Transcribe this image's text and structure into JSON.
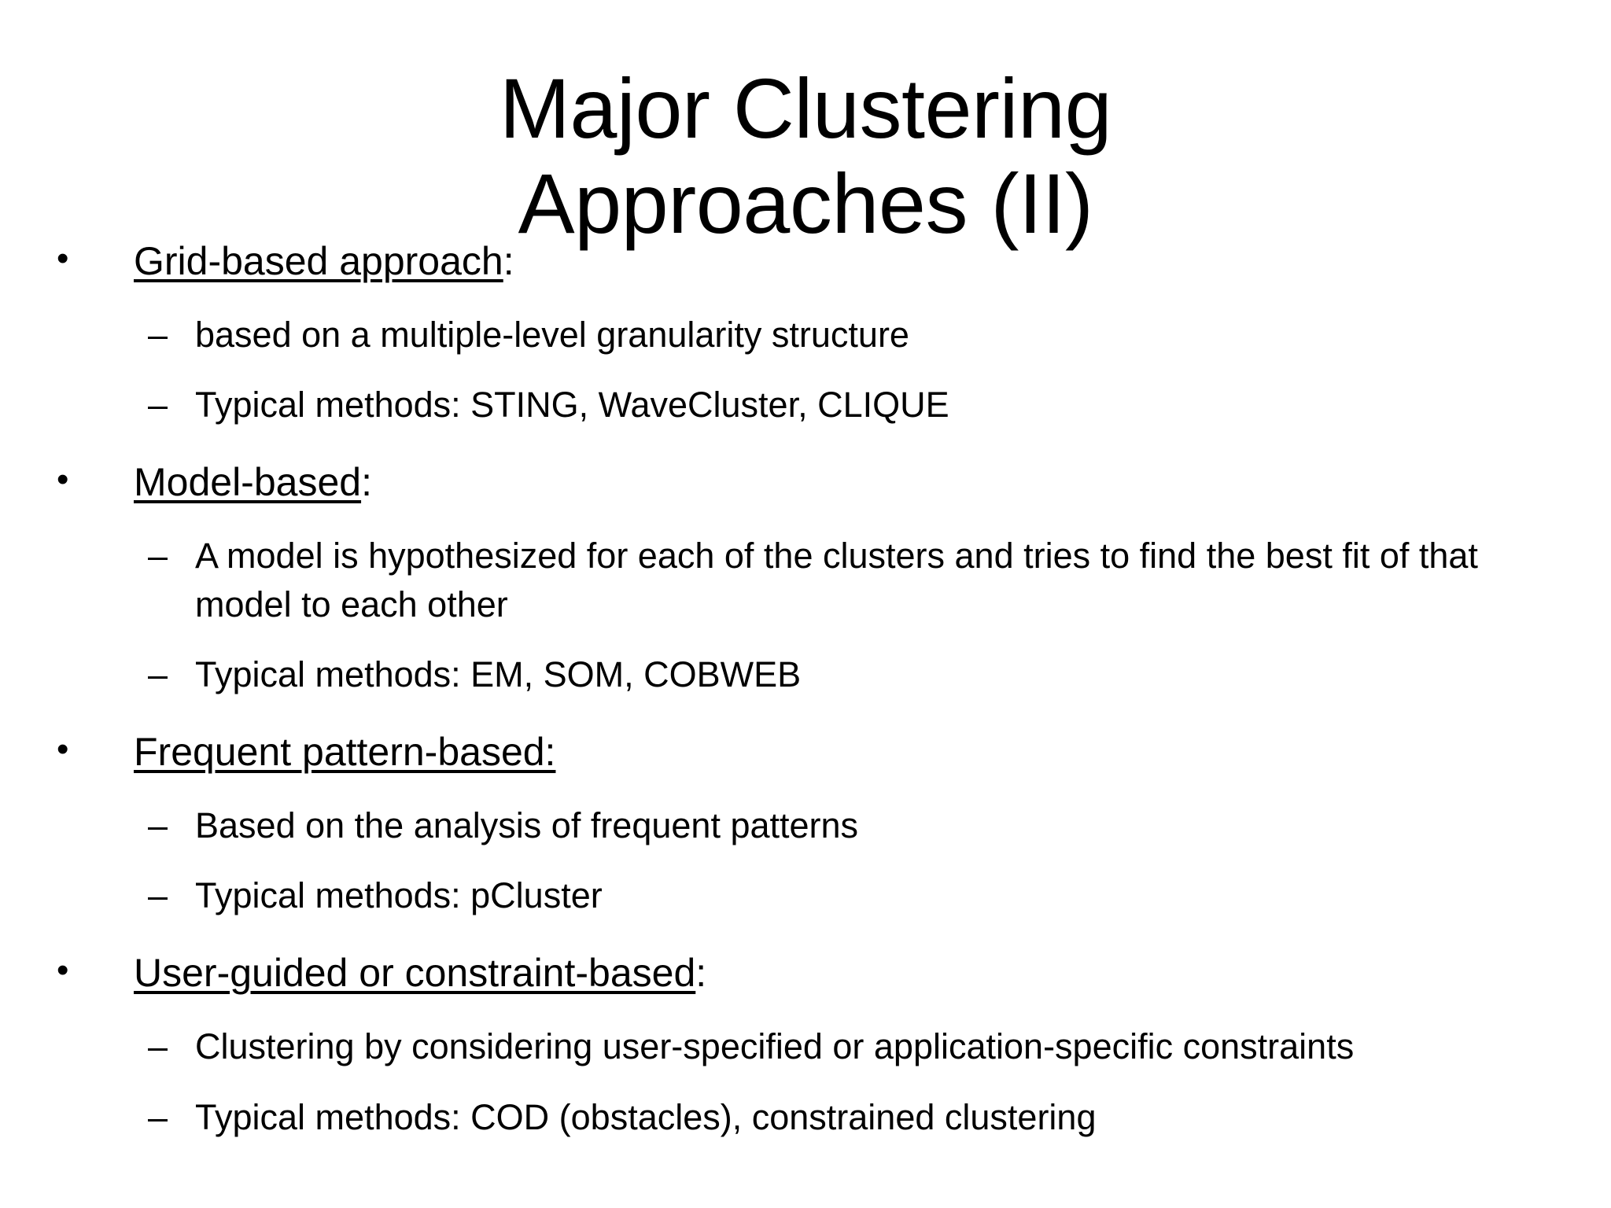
{
  "slide": {
    "title": "Major Clustering\nApproaches (II)",
    "title_line_1": "Major Clustering",
    "title_line_2": "Approaches (II)",
    "background_color": "#ffffff",
    "text_color": "#000000",
    "bullet_marker_level1": "•",
    "bullet_marker_level2": "–",
    "sections": [
      {
        "heading": "Grid-based approach",
        "heading_suffix": ":",
        "heading_underlined": true,
        "underline_includes_colon": false,
        "items": [
          "based on a multiple-level granularity structure",
          "Typical methods: STING, WaveCluster, CLIQUE"
        ]
      },
      {
        "heading": "Model-based",
        "heading_suffix": ":",
        "heading_underlined": true,
        "underline_includes_colon": false,
        "items": [
          "A model is hypothesized for each of the clusters and tries to find the best fit of that model to each other",
          "Typical methods: EM, SOM, COBWEB"
        ]
      },
      {
        "heading": "Frequent pattern-based:",
        "heading_suffix": "",
        "heading_underlined": true,
        "underline_includes_colon": true,
        "items": [
          "Based on the analysis of frequent patterns",
          "Typical methods: pCluster"
        ]
      },
      {
        "heading": "User-guided or constraint-based",
        "heading_suffix": ":",
        "heading_underlined": true,
        "underline_includes_colon": false,
        "items": [
          "Clustering by considering user-specified or application-specific constraints",
          "Typical methods: COD (obstacles), constrained clustering"
        ]
      }
    ]
  }
}
